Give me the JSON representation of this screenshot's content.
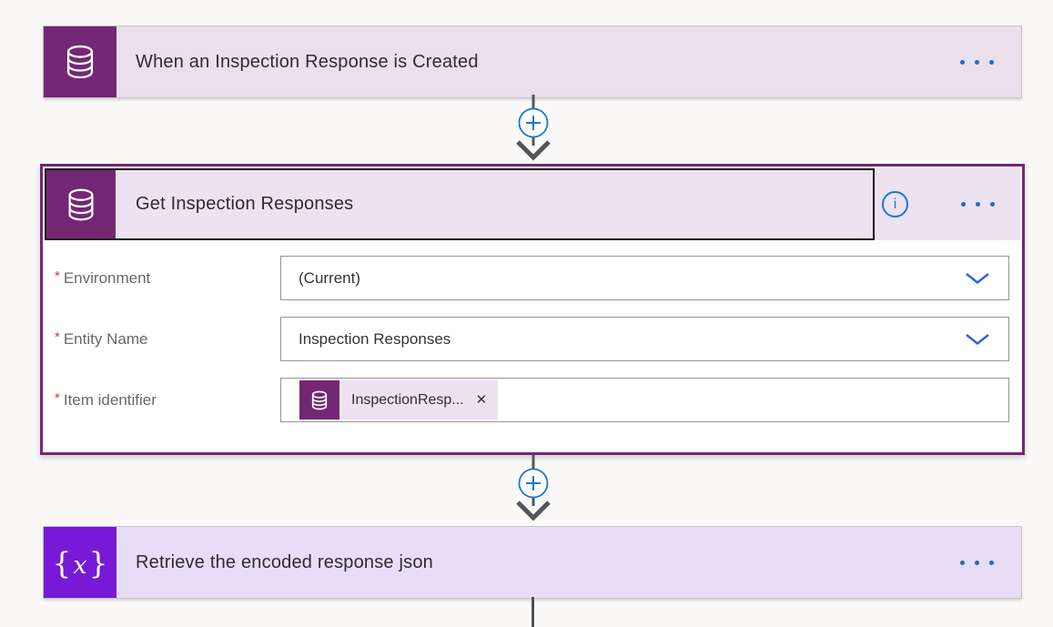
{
  "colors": {
    "canvas_bg": "#faf9f8",
    "dataverse_purple": "#742774",
    "variable_violet": "#7719d6",
    "trigger_card_bg": "#e9e0ec",
    "variable_card_bg": "#e7ddf6",
    "action_header_bg": "#ece2f0",
    "action_border": "#742774",
    "focus_outline": "#161514",
    "accent_blue": "#1779d2",
    "ellipsis_blue": "#1f6cc5",
    "chevron_blue": "#2764e0",
    "connector_gray": "#54565a",
    "label_gray": "#6a676c",
    "required_red": "#d13438"
  },
  "trigger_card": {
    "title": "When an Inspection Response is Created",
    "icon": "dataverse-database-icon",
    "menu_icon": "more-options-icon"
  },
  "action_card": {
    "title": "Get Inspection Responses",
    "icon": "dataverse-database-icon",
    "info_glyph": "i",
    "menu_icon": "more-options-icon",
    "required_marker": "*",
    "fields": [
      {
        "label": "Environment",
        "required": true,
        "control": "dropdown",
        "value": "(Current)"
      },
      {
        "label": "Entity Name",
        "required": true,
        "control": "dropdown",
        "value": "Inspection Responses"
      },
      {
        "label": "Item identifier",
        "required": true,
        "control": "token-input",
        "token": {
          "icon": "dataverse-database-icon",
          "label": "InspectionResp...",
          "dismiss_glyph": "✕"
        }
      }
    ]
  },
  "variable_card": {
    "title": "Retrieve the encoded response json",
    "icon": "variable-icon",
    "icon_brace_left": "{",
    "icon_x": "x",
    "icon_brace_right": "}",
    "menu_icon": "more-options-icon"
  },
  "connectors": [
    {
      "type": "insert-new-step",
      "icon": "plus-icon"
    },
    {
      "type": "insert-new-step",
      "icon": "plus-icon"
    }
  ]
}
